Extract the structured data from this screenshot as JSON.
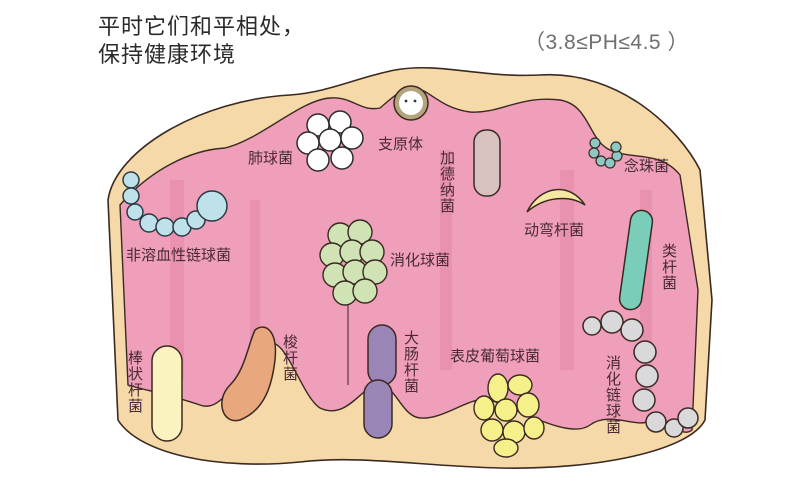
{
  "title": {
    "line1": "平时它们和平相处，",
    "line2": "保持健康环境"
  },
  "ph_range": "（3.8≤PH≤4.5 ）",
  "colors": {
    "tissue_outer": "#f6d9a8",
    "tissue_inner": "#ef9fba",
    "outline": "#3a2a22",
    "text": "#4a2a34",
    "ph_text": "#6f6f6f"
  },
  "microbes": [
    {
      "id": "pneumococcus",
      "label": "肺球菌",
      "color": "#ffffff"
    },
    {
      "id": "mycoplasma",
      "label": "支原体",
      "color": "#f7f3ee"
    },
    {
      "id": "gardnerella",
      "label": "加德纳菌",
      "color": "#d8c2c0"
    },
    {
      "id": "moniliform",
      "label": "念珠菌",
      "color": "#8fc7c3"
    },
    {
      "id": "non-hemolytic-streptococcus",
      "label": "非溶血性链球菌",
      "color": "#bfe2ea"
    },
    {
      "id": "mobiluncus",
      "label": "动弯杆菌",
      "color": "#f6e7a2"
    },
    {
      "id": "bacteroides",
      "label": "类杆菌",
      "color": "#79cdb9"
    },
    {
      "id": "peptococcus",
      "label": "消化球菌",
      "color": "#cfe3b4"
    },
    {
      "id": "corynebacterium",
      "label": "棒状杆菌",
      "color": "#fbf3bf"
    },
    {
      "id": "fusobacterium",
      "label": "梭杆菌",
      "color": "#e8a77d"
    },
    {
      "id": "e-coli",
      "label": "大肠杆菌",
      "color": "#9a85b7"
    },
    {
      "id": "staphylococcus-epidermidis",
      "label": "表皮葡萄球菌",
      "color": "#f5f08a"
    },
    {
      "id": "peptostreptococcus",
      "label": "消化链球菌",
      "color": "#d9d9dc"
    }
  ]
}
